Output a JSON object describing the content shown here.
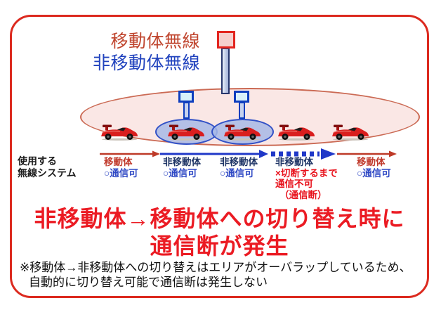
{
  "legend": {
    "mobile_label": "移動体無線",
    "non_mobile_label": "非移動体無線"
  },
  "icons": {
    "mobile_base_station": "red-antenna",
    "non_mobile_base_station": "blue-antenna",
    "vehicle": "red-race-car"
  },
  "axis": {
    "caption_line1": "使用する",
    "caption_line2": "無線システム",
    "segments": [
      {
        "system": "移動体",
        "status": "○通信可",
        "arrow": "red-solid"
      },
      {
        "system": "非移動体",
        "status": "○通信可",
        "arrow": "blue-solid"
      },
      {
        "system": "非移動体",
        "status": "○通信可",
        "arrow": "blue-solid"
      },
      {
        "system": "非移動体",
        "status_line1": "×切断するまで",
        "status_line2": "通信不可",
        "status_line3": "（通信断）",
        "arrow": "blue-dashed"
      },
      {
        "system": "移動体",
        "status": "○通信可",
        "arrow": "red-solid"
      }
    ]
  },
  "headline": {
    "line1": "非移動体→移動体への切り替え時に",
    "line2": "通信断が発生"
  },
  "note": {
    "line1": "※移動体→非移動体への切り替えはエリアがオーバラップしているため、",
    "line2": "自動的に切り替え可能で通信断は発生しない"
  },
  "colors": {
    "frame_border": "#DC2A1F",
    "mobile_red": "#C0462F",
    "non_mobile_blue": "#2143BE",
    "system_mobile_red": "#C0392B",
    "system_non_mobile_navy": "#1F3566",
    "comm_ok_blue": "#2F49C5",
    "comm_fail_red": "#E8121C",
    "headline_red": "#EB1B23",
    "arrow_red": "#BE3A28",
    "arrow_blue": "#2038C8",
    "coverage_pink_fill": "#FAE7E5",
    "coverage_pink_stroke": "#CB6A54",
    "coverage_blue_fill": "#A7B9E6",
    "coverage_blue_stroke": "#3150C6"
  }
}
